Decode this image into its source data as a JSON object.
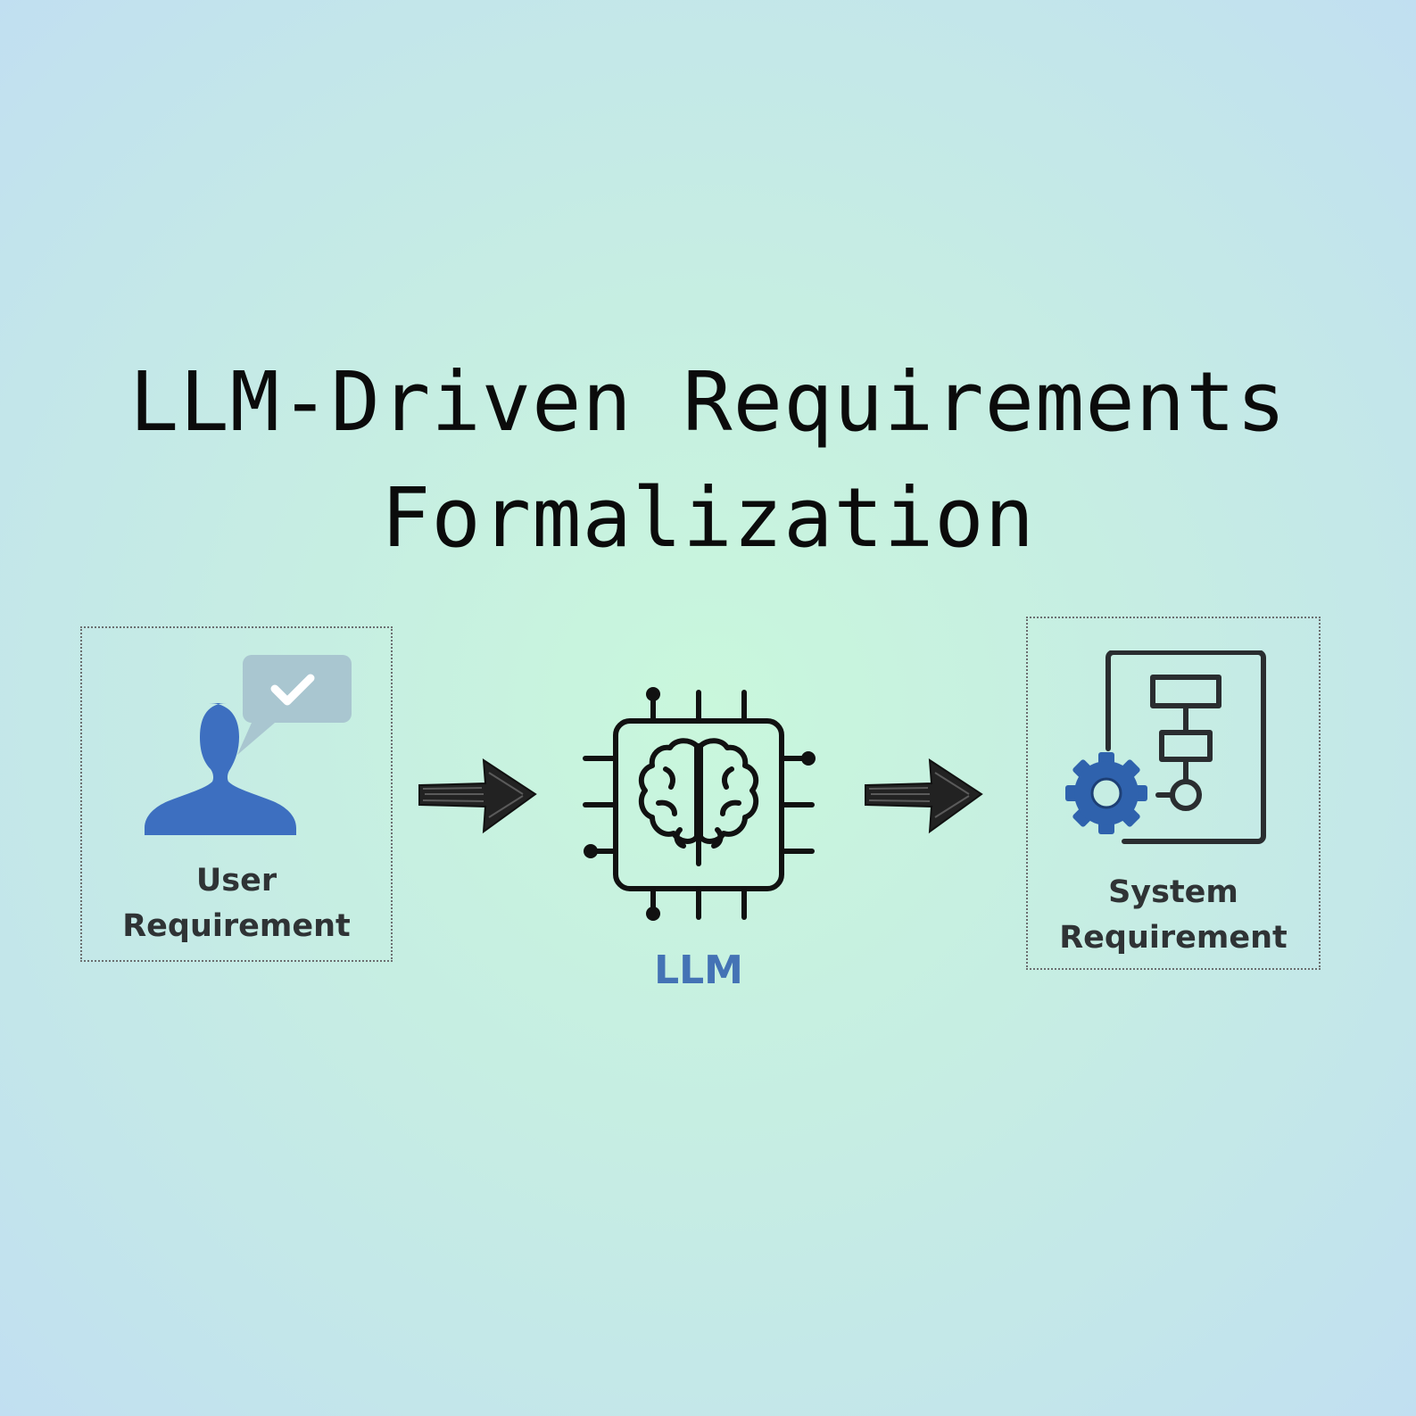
{
  "title": {
    "line1": "LLM-Driven Requirements",
    "line2": "Formalization"
  },
  "nodes": [
    {
      "label_lines": [
        "User",
        "Requirement"
      ],
      "icon": "user-speech-check-icon"
    },
    {
      "label": "LLM",
      "icon": "brain-chip-icon"
    },
    {
      "label_lines": [
        "System",
        "Requirement"
      ],
      "icon": "gear-flowchart-icon"
    }
  ],
  "arrows": [
    "right-arrow-icon",
    "right-arrow-icon"
  ],
  "colors": {
    "accent_blue": "#4473b5",
    "gear_blue": "#2f62ad",
    "text_dark": "#2f3335",
    "title_black": "#0b0b0b"
  }
}
